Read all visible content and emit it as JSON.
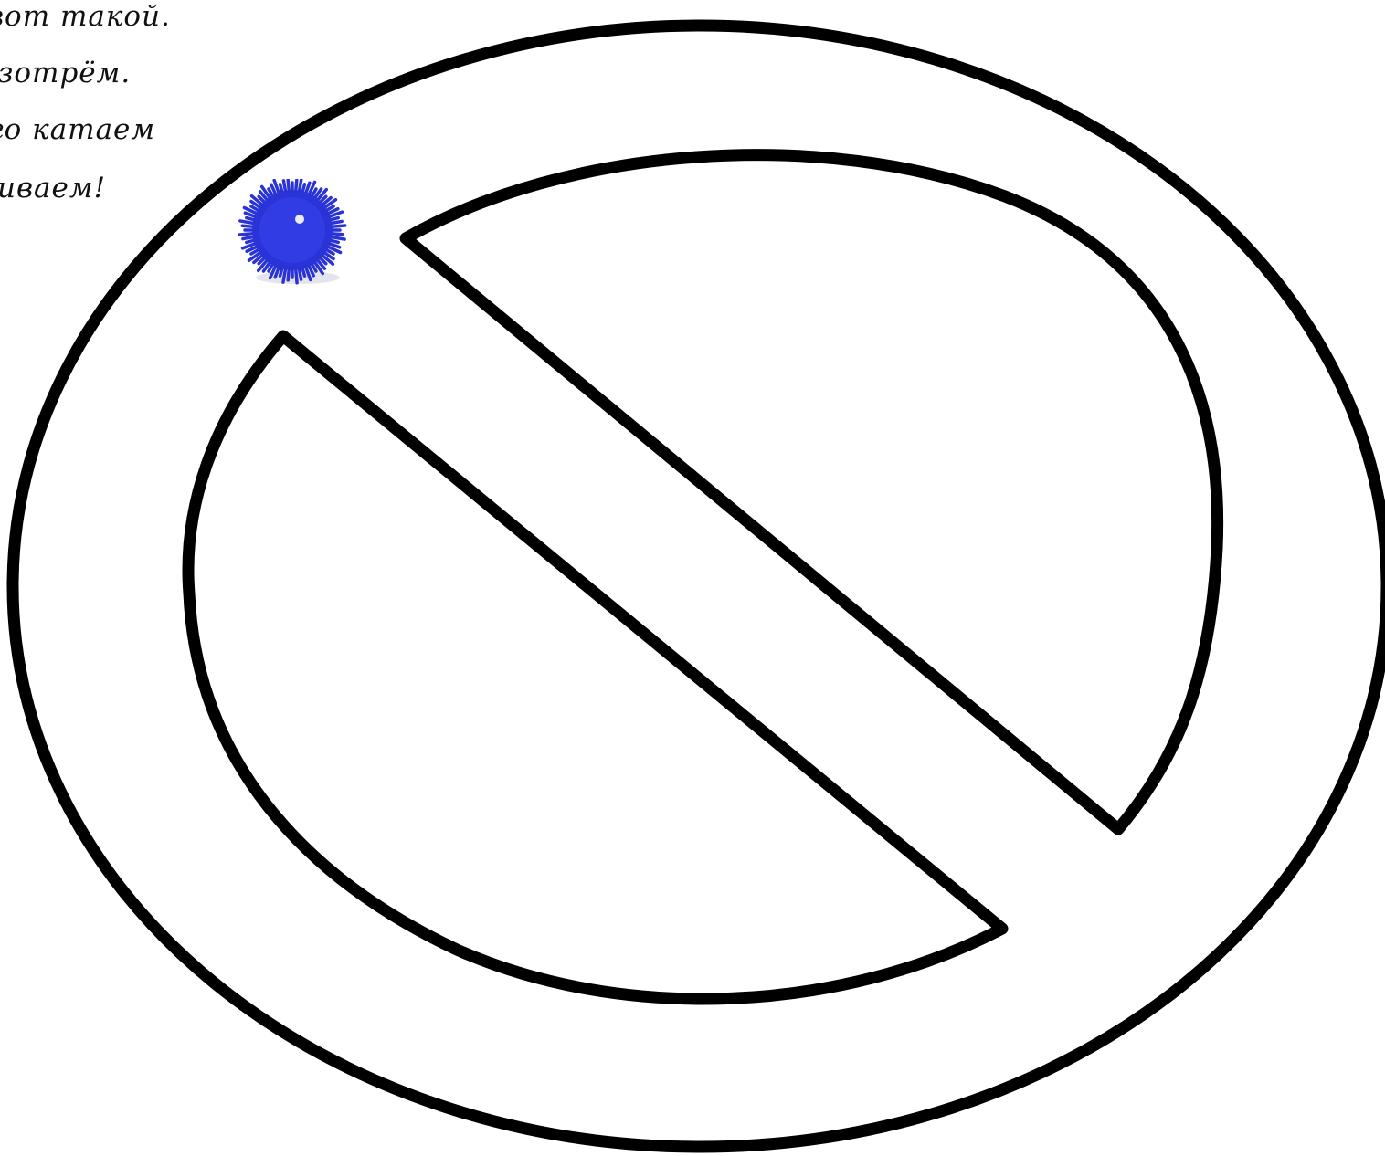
{
  "poem": {
    "lines": [
      "вот такой.",
      "азотрём.",
      "го катаем",
      "виваем!"
    ]
  },
  "maze": {
    "stroke_color": "#000000",
    "fill_color": "#ffffff"
  },
  "ball": {
    "icon": "spiky-massage-ball-icon",
    "color": "#2a33d6"
  }
}
